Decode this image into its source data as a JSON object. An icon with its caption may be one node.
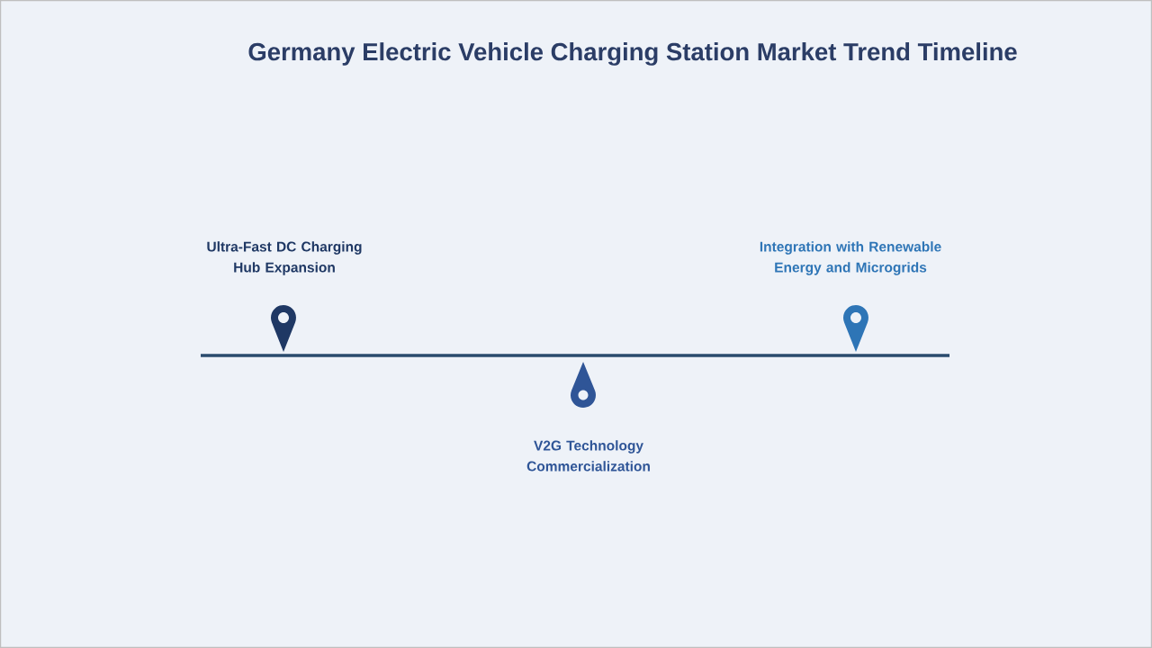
{
  "diagram": {
    "title": "Germany Electric Vehicle Charging Station Market Trend Timeline",
    "labels": [
      "Ultra-Fast DC Charging Hub Expansion",
      "Integration with Renewable Energy and Microgrids",
      "V2G Technology Commercialization"
    ]
  }
}
